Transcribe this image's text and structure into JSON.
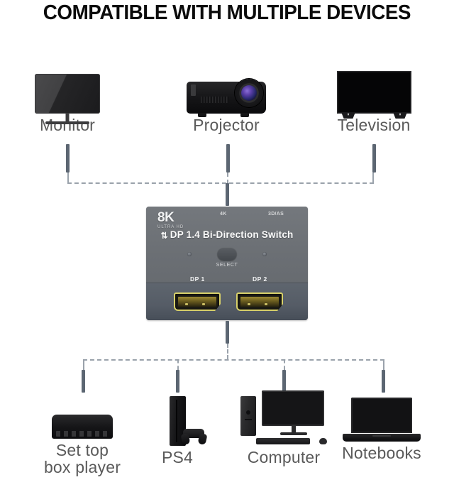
{
  "header": {
    "title": "COMPATIBLE WITH MULTIPLE DEVICES"
  },
  "output_devices": [
    {
      "label": "Monitor",
      "icon": "monitor-icon"
    },
    {
      "label": "Projector",
      "icon": "projector-icon"
    },
    {
      "label": "Television",
      "icon": "television-icon"
    }
  ],
  "input_devices": [
    {
      "label": "Set top\nbox player",
      "icon": "set-top-box-icon"
    },
    {
      "label": "PS4",
      "icon": "ps4-console-icon"
    },
    {
      "label": "Computer",
      "icon": "desktop-computer-icon"
    },
    {
      "label": "Notebooks",
      "icon": "laptop-icon"
    }
  ],
  "switch_device": {
    "badge_resolution": "8K",
    "badge_resolution_sub": "ULTRA HD",
    "mark_left": "4K",
    "mark_right": "3D/AS",
    "title": "DP 1.4 Bi-Direction Switch",
    "title_icon": "bi-direction-arrow-icon",
    "select_button_label": "SELECT",
    "ports": [
      {
        "label": "DP 1"
      },
      {
        "label": "DP 2"
      }
    ]
  },
  "colors": {
    "title_text": "#0b0b0b",
    "device_label": "#5a5a5a",
    "connector_dash": "#9aa2ab",
    "connector_stub": "#5c6672",
    "switch_body_top": "#6e7277",
    "switch_body_front": "#545b65",
    "port_gold": "#d8d16a",
    "background": "#ffffff"
  }
}
